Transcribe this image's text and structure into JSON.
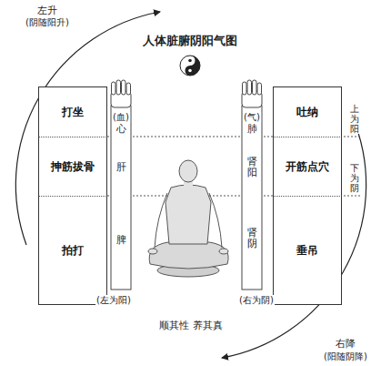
{
  "diagram": {
    "title": "人体脏腑阴阳气图",
    "nodes": [
      {
        "text": [
          "打坐"
        ]
      },
      {
        "text": [
          "抻筋拔骨"
        ]
      },
      {
        "text": [
          "拍打"
        ]
      },
      {
        "text": [
          "吐纳"
        ]
      },
      {
        "text": [
          "开筋点穴"
        ]
      },
      {
        "text": [
          "垂吊"
        ]
      }
    ],
    "labels": [
      "左升",
      "(阴随阳升)",
      "右降",
      "(阳随阴降)",
      "(血)",
      "心",
      "肝",
      "脾",
      "(气)",
      "肺",
      "肾阳",
      "肾阴",
      "(左为阳)",
      "(右为阴)",
      "上为阳",
      "下为阴",
      "顺其性 养其真"
    ]
  }
}
